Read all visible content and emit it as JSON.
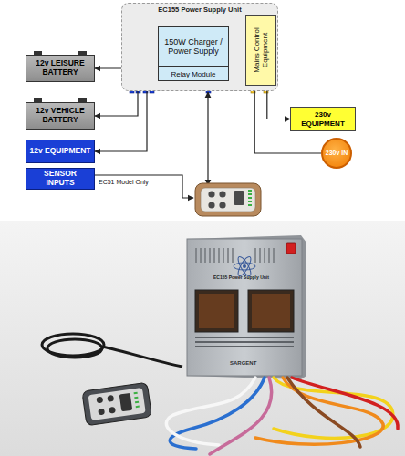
{
  "diagram": {
    "nodes": [
      {
        "text": [
          "EC155 Power Supply Unit"
        ]
      },
      {
        "text": [
          "150W Charger / Power Supply"
        ],
        "in": 0
      },
      {
        "text": [
          "Relay Module"
        ],
        "in": 0
      },
      {
        "text": [
          "Mains Control Equipment"
        ],
        "in": 0
      },
      {
        "text": [
          "12v LEISURE BATTERY"
        ]
      },
      {
        "text": [
          "12v VEHICLE BATTERY"
        ]
      },
      {
        "text": [
          "12v EQUIPMENT"
        ]
      },
      {
        "text": [
          "SENSOR INPUTS"
        ]
      },
      {
        "text": [
          "230v EQUIPMENT"
        ]
      },
      {
        "text": [
          "230v IN"
        ]
      }
    ],
    "edges": [
      {
        "from": 1,
        "to": 4,
        "arrow": "to"
      },
      {
        "from": 1,
        "to": 5,
        "arrow": "to"
      },
      {
        "from": 1,
        "to": 6,
        "arrow": "to"
      },
      {
        "from": 3,
        "to": 8,
        "arrow": "to"
      },
      {
        "from": 9,
        "to": 3,
        "arrow": "to"
      }
    ],
    "labels": [
      "EC51 Model Only",
      "EC155 Power Supply Unit",
      "SARGENT"
    ]
  }
}
